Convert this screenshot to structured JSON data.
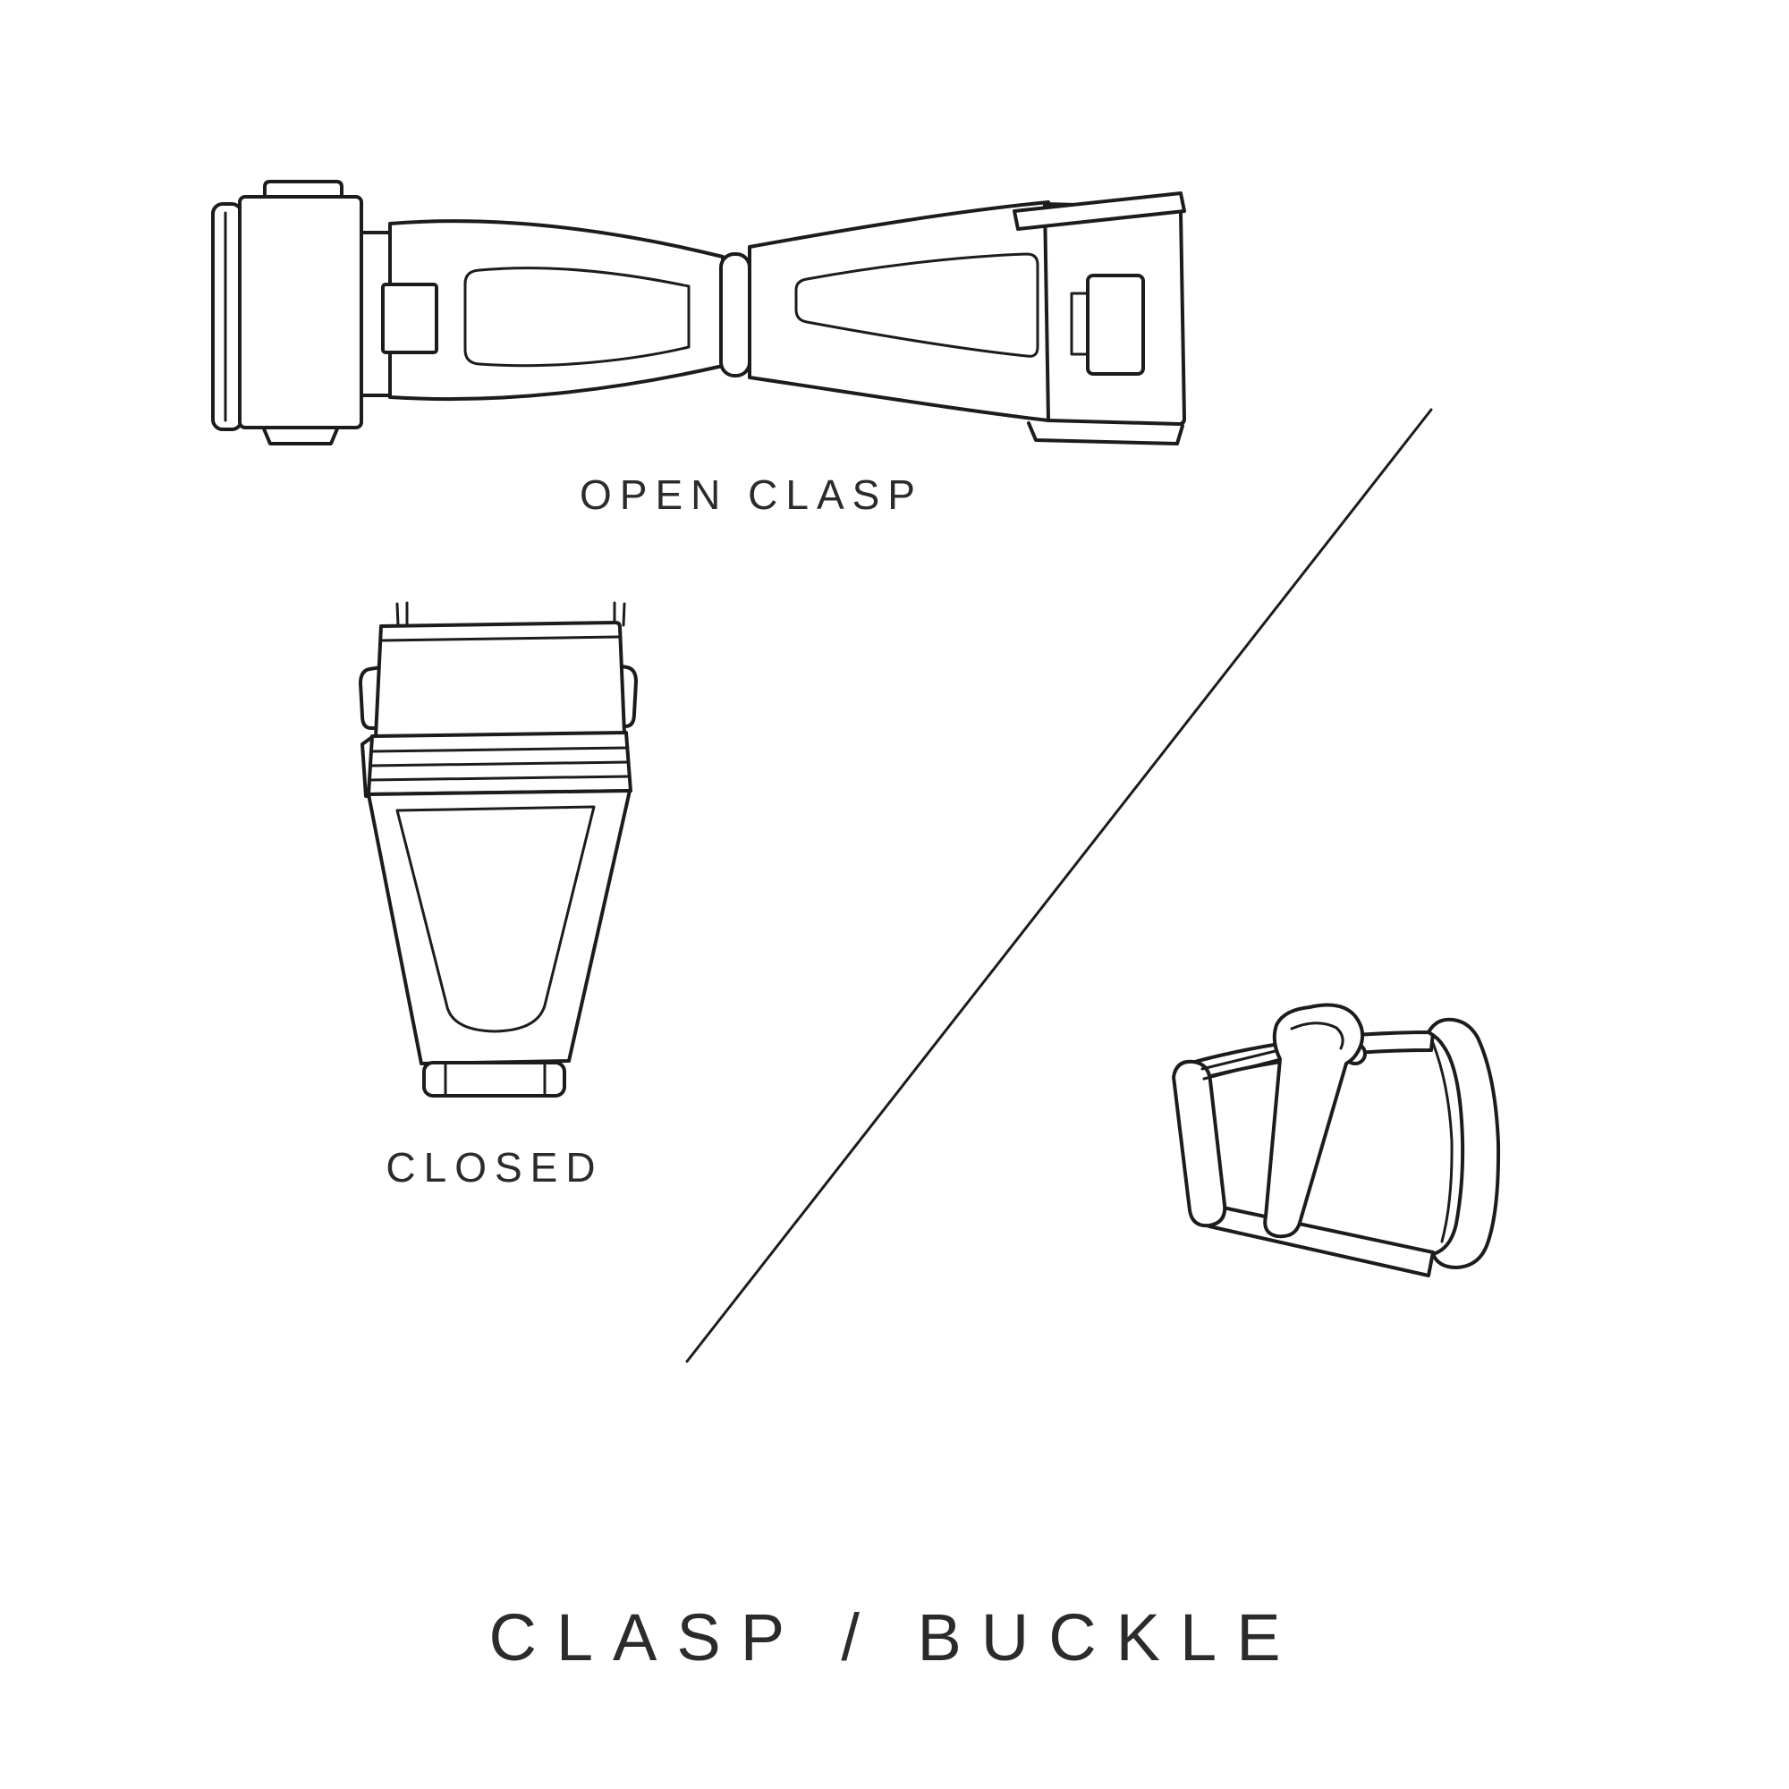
{
  "page": {
    "background": "#ffffff",
    "line_color": "#1c1c1c",
    "text_color": "#2b2b2b"
  },
  "labels": {
    "open_clasp": "OPEN CLASP",
    "closed": "CLOSED"
  },
  "title": "CLASP / BUCKLE",
  "icons": {
    "open_clasp_illustration": "open-deployant-clasp-line-drawing",
    "closed_clasp_illustration": "closed-clasp-line-drawing",
    "buckle_illustration": "tang-buckle-line-drawing",
    "divider": "diagonal-divider-line"
  }
}
